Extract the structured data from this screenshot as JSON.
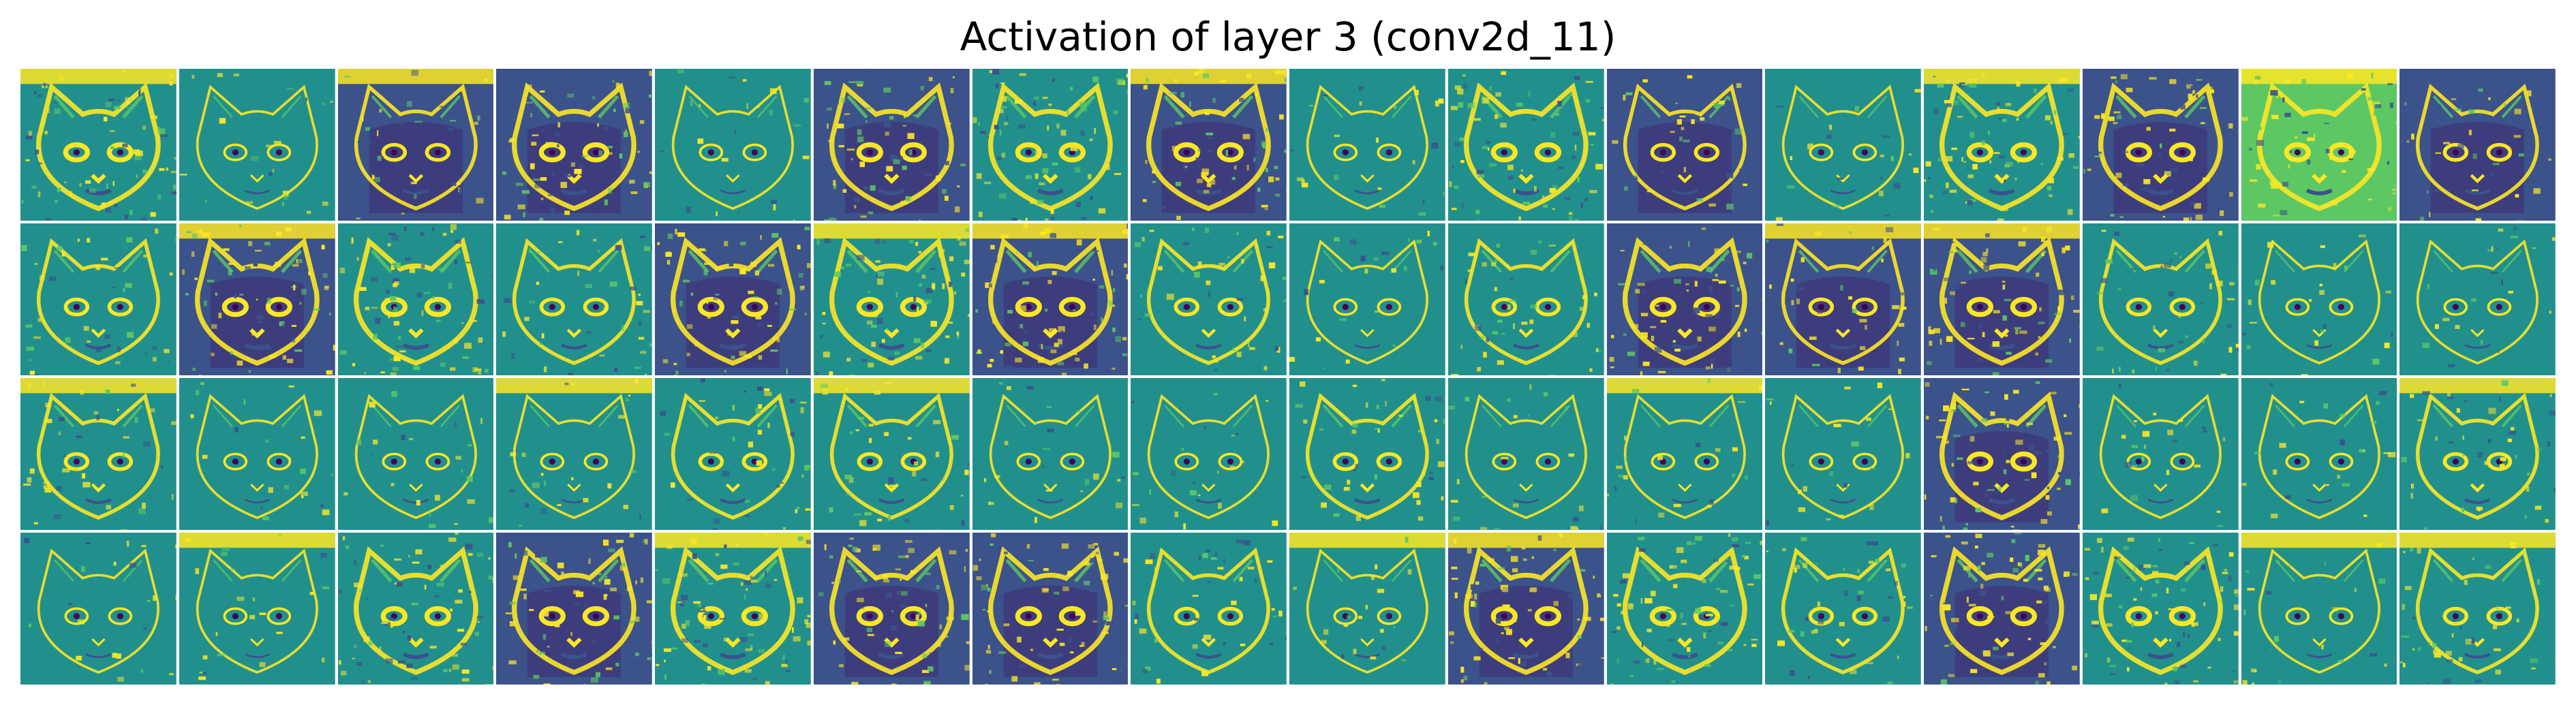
{
  "title": "Activation of layer 3 (conv2d_11)",
  "grid": {
    "rows": 4,
    "cols": 16
  },
  "colors": {
    "low": "#440154",
    "lowmid": "#3b528b",
    "mid": "#21908d",
    "highmid": "#5dc863",
    "high": "#fde725"
  },
  "maps": [
    {
      "bg": "mid",
      "detail": "high"
    },
    {
      "bg": "mid",
      "detail": "sparse"
    },
    {
      "bg": "lowmid",
      "detail": "medium"
    },
    {
      "bg": "lowmid",
      "detail": "high"
    },
    {
      "bg": "mid",
      "detail": "sparse"
    },
    {
      "bg": "lowmid",
      "detail": "high"
    },
    {
      "bg": "mid",
      "detail": "high"
    },
    {
      "bg": "lowmid",
      "detail": "high"
    },
    {
      "bg": "mid",
      "detail": "sparse"
    },
    {
      "bg": "mid",
      "detail": "high"
    },
    {
      "bg": "lowmid",
      "detail": "medium"
    },
    {
      "bg": "mid",
      "detail": "sparse"
    },
    {
      "bg": "mid",
      "detail": "high"
    },
    {
      "bg": "lowmid",
      "detail": "high"
    },
    {
      "bg": "highmid",
      "detail": "high"
    },
    {
      "bg": "lowmid",
      "detail": "medium"
    },
    {
      "bg": "mid",
      "detail": "medium"
    },
    {
      "bg": "lowmid",
      "detail": "high"
    },
    {
      "bg": "mid",
      "detail": "high"
    },
    {
      "bg": "mid",
      "detail": "medium"
    },
    {
      "bg": "lowmid",
      "detail": "high"
    },
    {
      "bg": "mid",
      "detail": "high"
    },
    {
      "bg": "lowmid",
      "detail": "high"
    },
    {
      "bg": "mid",
      "detail": "medium"
    },
    {
      "bg": "mid",
      "detail": "sparse"
    },
    {
      "bg": "mid",
      "detail": "medium"
    },
    {
      "bg": "lowmid",
      "detail": "high"
    },
    {
      "bg": "lowmid",
      "detail": "medium"
    },
    {
      "bg": "lowmid",
      "detail": "high"
    },
    {
      "bg": "mid",
      "detail": "medium"
    },
    {
      "bg": "mid",
      "detail": "sparse"
    },
    {
      "bg": "mid",
      "detail": "sparse"
    },
    {
      "bg": "mid",
      "detail": "medium"
    },
    {
      "bg": "mid",
      "detail": "sparse"
    },
    {
      "bg": "mid",
      "detail": "sparse"
    },
    {
      "bg": "mid",
      "detail": "sparse"
    },
    {
      "bg": "mid",
      "detail": "medium"
    },
    {
      "bg": "mid",
      "detail": "medium"
    },
    {
      "bg": "mid",
      "detail": "sparse"
    },
    {
      "bg": "mid",
      "detail": "sparse"
    },
    {
      "bg": "mid",
      "detail": "medium"
    },
    {
      "bg": "mid",
      "detail": "sparse"
    },
    {
      "bg": "mid",
      "detail": "sparse"
    },
    {
      "bg": "mid",
      "detail": "sparse"
    },
    {
      "bg": "lowmid",
      "detail": "high"
    },
    {
      "bg": "mid",
      "detail": "sparse"
    },
    {
      "bg": "mid",
      "detail": "sparse"
    },
    {
      "bg": "mid",
      "detail": "medium"
    },
    {
      "bg": "mid",
      "detail": "sparse"
    },
    {
      "bg": "mid",
      "detail": "sparse"
    },
    {
      "bg": "mid",
      "detail": "high"
    },
    {
      "bg": "lowmid",
      "detail": "high"
    },
    {
      "bg": "mid",
      "detail": "high"
    },
    {
      "bg": "lowmid",
      "detail": "high"
    },
    {
      "bg": "lowmid",
      "detail": "high"
    },
    {
      "bg": "mid",
      "detail": "medium"
    },
    {
      "bg": "mid",
      "detail": "sparse"
    },
    {
      "bg": "lowmid",
      "detail": "high"
    },
    {
      "bg": "mid",
      "detail": "high"
    },
    {
      "bg": "mid",
      "detail": "medium"
    },
    {
      "bg": "lowmid",
      "detail": "high"
    },
    {
      "bg": "mid",
      "detail": "high"
    },
    {
      "bg": "mid",
      "detail": "sparse"
    },
    {
      "bg": "mid",
      "detail": "medium"
    }
  ]
}
